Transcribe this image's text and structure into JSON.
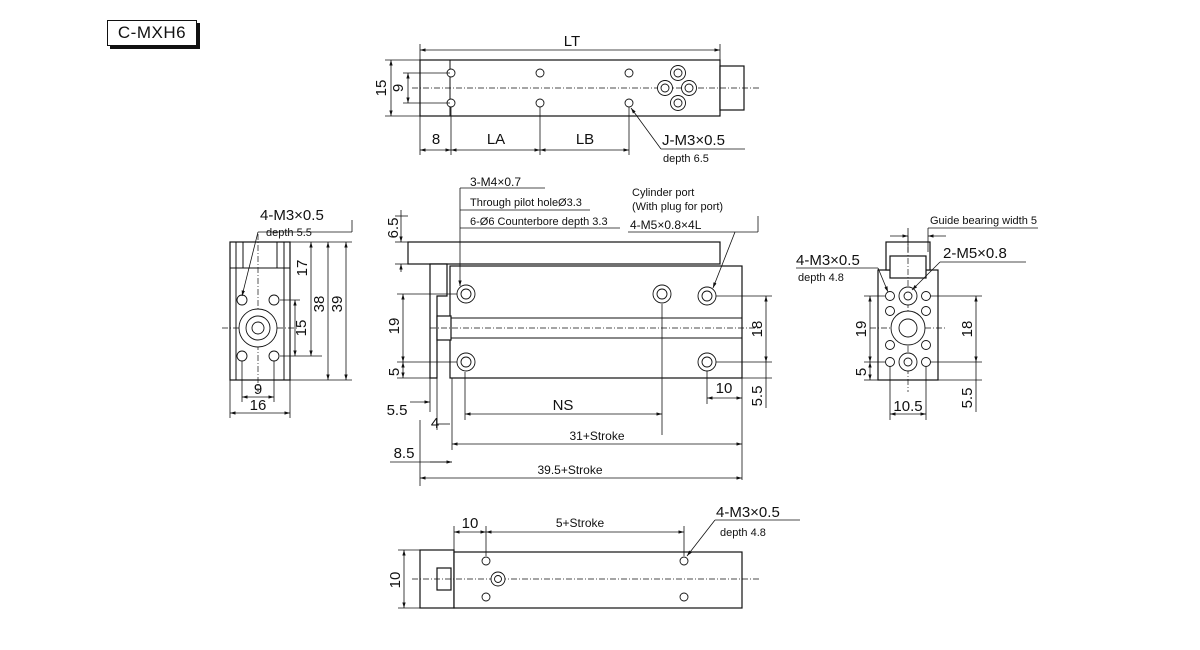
{
  "model": "C-MXH6",
  "top_view": {
    "dims": {
      "lt": "LT",
      "h15": "15",
      "h9": "9",
      "d8": "8",
      "la": "LA",
      "lb": "LB"
    },
    "callout_thread": "J-M3×0.5",
    "callout_depth": "depth 6.5"
  },
  "front_view": {
    "callout_a_thread": "3-M4×0.7",
    "callout_a_pilot": "Through pilot holeØ3.3",
    "callout_a_cbore": "6-Ø6 Counterbore depth 3.3",
    "callout_b_line1": "Cylinder port",
    "callout_b_line2": "(With plug for port)",
    "callout_b_thread": "4-M5×0.8×4L",
    "dims": {
      "h65": "6.5",
      "h19": "19",
      "h5": "5",
      "d55": "5.5",
      "d4": "4",
      "ns": "NS",
      "s31": "31+Stroke",
      "d85": "8.5",
      "s395": "39.5+Stroke",
      "r18": "18",
      "r10": "10",
      "r55": "5.5"
    }
  },
  "left_view": {
    "callout_thread": "4-M3×0.5",
    "callout_depth": "depth 5.5",
    "dims": {
      "h17": "17",
      "h38": "38",
      "h39": "39",
      "h15": "15",
      "w9": "9",
      "w16": "16"
    }
  },
  "right_view": {
    "guide_label": "Guide bearing width 5",
    "callout_thread": "4-M3×0.5",
    "callout_depth": "depth 4.8",
    "callout_port": "2-M5×0.8",
    "dims": {
      "h19": "19",
      "h5": "5",
      "h18": "18",
      "w105": "10.5",
      "r55": "5.5"
    }
  },
  "bottom_view": {
    "dims": {
      "d10": "10",
      "stroke": "5+Stroke",
      "h10": "10"
    },
    "callout_thread": "4-M3×0.5",
    "callout_depth": "depth 4.8"
  }
}
